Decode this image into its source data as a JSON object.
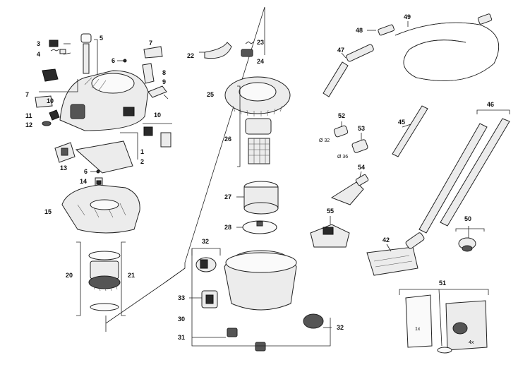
{
  "labels": {
    "p1": "1",
    "p2": "2",
    "p3": "3",
    "p4": "4",
    "p5": "5",
    "p6a": "6",
    "p6b": "6",
    "p7a": "7",
    "p7b": "7",
    "p8": "8",
    "p9": "9",
    "p10a": "10",
    "p10b": "10",
    "p11": "11",
    "p12": "12",
    "p13": "13",
    "p14": "14",
    "p15": "15",
    "p20": "20",
    "p21": "21",
    "p22": "22",
    "p23": "23",
    "p24": "24",
    "p25": "25",
    "p26": "26",
    "p27": "27",
    "p28": "28",
    "p30": "30",
    "p31": "31",
    "p32a": "32",
    "p32b": "32",
    "p33": "33",
    "p42": "42",
    "p45": "45",
    "p46": "46",
    "p47": "47",
    "p48": "48",
    "p49": "49",
    "p50": "50",
    "p51": "51",
    "p52": "52",
    "p53": "53",
    "p54": "54",
    "p55": "55"
  },
  "annotations": {
    "d32": "Ø 32",
    "d36": "Ø 36",
    "bag_1x": "1x",
    "bag_4x": "4x"
  }
}
